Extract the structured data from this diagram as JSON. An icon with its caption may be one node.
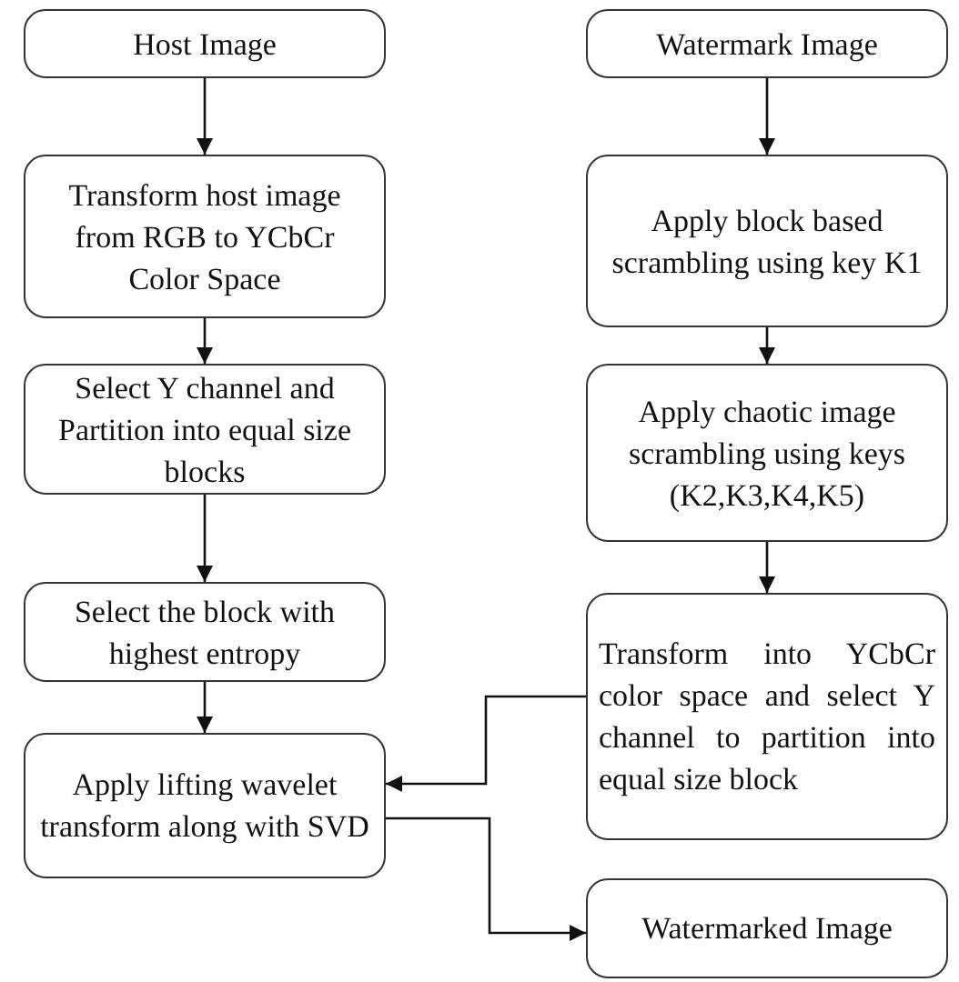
{
  "diagram": {
    "nodes": [
      {
        "text": [
          "Host Image"
        ]
      },
      {
        "text": [
          "Transform host image from RGB to YCbCr Color Space"
        ]
      },
      {
        "text": [
          "Select Y channel and Partition into equal size blocks"
        ]
      },
      {
        "text": [
          "Select the block with highest entropy"
        ]
      },
      {
        "text": [
          "Apply lifting wavelet transform along with SVD"
        ]
      },
      {
        "text": [
          "Watermark Image"
        ]
      },
      {
        "text": [
          "Apply block based scrambling using key K1"
        ]
      },
      {
        "text": [
          "Apply chaotic image scrambling using keys (K2,K3,K4,K5)"
        ]
      },
      {
        "text": [
          "Transform into YCbCr color space and select Y channel to partition into equal size block"
        ]
      },
      {
        "text": [
          "Watermarked Image"
        ]
      }
    ],
    "edges": [
      {
        "from": 0,
        "to": 1,
        "arrow": "to"
      },
      {
        "from": 1,
        "to": 2,
        "arrow": "to"
      },
      {
        "from": 2,
        "to": 3,
        "arrow": "to"
      },
      {
        "from": 3,
        "to": 4,
        "arrow": "to"
      },
      {
        "from": 5,
        "to": 6,
        "arrow": "to"
      },
      {
        "from": 6,
        "to": 7,
        "arrow": "to"
      },
      {
        "from": 7,
        "to": 8,
        "arrow": "to"
      },
      {
        "from": 8,
        "to": 4,
        "arrow": "to"
      },
      {
        "from": 4,
        "to": 9,
        "arrow": "to"
      }
    ]
  }
}
